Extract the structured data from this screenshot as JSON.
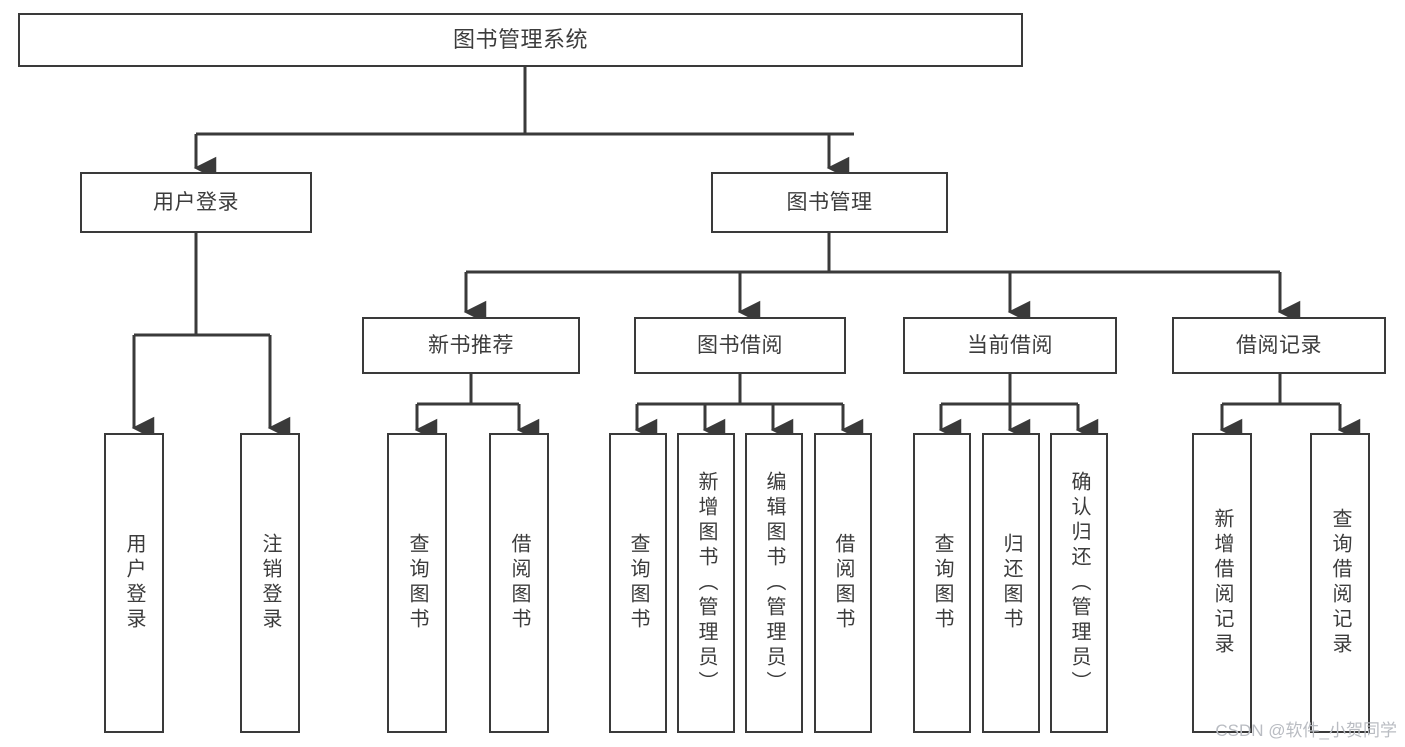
{
  "diagram": {
    "title": "图书管理系统",
    "type": "tree-hierarchy",
    "stroke_color": "#3a3a3a",
    "text_color": "#3c3c3c",
    "background_color": "#ffffff",
    "watermark": "CSDN @软件_小贺同学"
  },
  "nodes": {
    "root": {
      "label": "图书管理系统"
    },
    "level1": [
      {
        "label": "用户登录"
      },
      {
        "label": "图书管理"
      }
    ],
    "level2": [
      {
        "label": "新书推荐"
      },
      {
        "label": "图书借阅"
      },
      {
        "label": "当前借阅"
      },
      {
        "label": "借阅记录"
      }
    ],
    "leaves": {
      "user_login": [
        {
          "label": "用户登录"
        },
        {
          "label": "注销登录"
        }
      ],
      "new_book_recommend": [
        {
          "label": "查询图书"
        },
        {
          "label": "借阅图书"
        }
      ],
      "book_borrow": [
        {
          "label": "查询图书"
        },
        {
          "label": "新增图书（管理员）"
        },
        {
          "label": "编辑图书（管理员）"
        },
        {
          "label": "借阅图书"
        }
      ],
      "current_borrow": [
        {
          "label": "查询图书"
        },
        {
          "label": "归还图书"
        },
        {
          "label": "确认归还（管理员）"
        }
      ],
      "borrow_record": [
        {
          "label": "新增借阅记录"
        },
        {
          "label": "查询借阅记录"
        }
      ]
    }
  }
}
